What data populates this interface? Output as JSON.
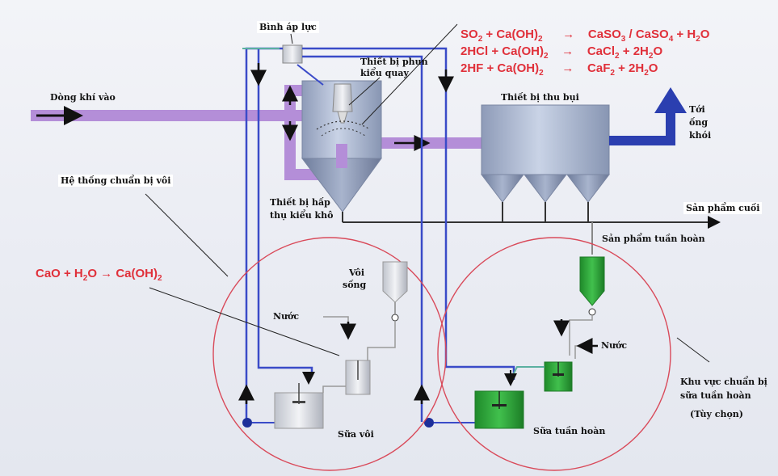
{
  "labels": {
    "binh_ap_luc": "Bình áp lực",
    "thiet_bi_phun_1": "Thiết bị phun",
    "thiet_bi_phun_2": "kiểu quay",
    "dong_khi_vao": "Dòng khí vào",
    "thiet_bi_thu_bui": "Thiết bị thu bụi",
    "toi_ong_khoi_1": "Tới",
    "toi_ong_khoi_2": "ống",
    "toi_ong_khoi_3": "khói",
    "he_thong_chuan_bi_voi": "Hệ thống chuẩn bị vôi",
    "thiet_bi_hap_thu_1": "Thiết bị hấp",
    "thiet_bi_hap_thu_2": "thụ kiểu khô",
    "san_pham_cuoi": "Sản phẩm cuối",
    "san_pham_tuan_hoan": "Sản phẩm tuần hoàn",
    "voi_song_1": "Vôi",
    "voi_song_2": "sống",
    "nuoc_left": "Nước",
    "nuoc_right": "Nước",
    "sua_voi": "Sữa vôi",
    "sua_tuan_hoan": "Sữa tuần hoàn",
    "khu_vuc_1": "Khu vực chuẩn bị",
    "khu_vuc_2": "sữa tuần hoàn",
    "tuy_chon": "(Tùy chọn)"
  },
  "equations": {
    "eq1": {
      "a": "SO",
      "a_sub": "2",
      "b": " + Ca(OH)",
      "b_sub": "2",
      "arrow": "→",
      "c": "CaSO",
      "c_sub": "3",
      "d": " / CaSO",
      "d_sub": "4",
      "e": " + H",
      "e_sub": "2",
      "f": "O"
    },
    "eq2": {
      "a": "2HCl + Ca(OH)",
      "a_sub": "2",
      "arrow": "→",
      "b": "CaCl",
      "b_sub": "2",
      "c": " + 2H",
      "c_sub": "2",
      "d": "O"
    },
    "eq3": {
      "a": "2HF + Ca(OH)",
      "a_sub": "2",
      "arrow": "→",
      "b": "CaF",
      "b_sub": "2",
      "c": " + 2H",
      "c_sub": "2",
      "d": "O"
    },
    "eq_lime": {
      "a": "CaO + H",
      "a_sub": "2",
      "b": "O → Ca(OH)",
      "b_sub": "2"
    }
  },
  "colors": {
    "gas_duct": "#b48ed8",
    "flue_arrow": "#2b3fb0",
    "lime_line": "#3a4bc8",
    "equation_red": "#e0303a",
    "circle_red": "#d94a5a",
    "recycle_green": "#2fa83a",
    "vessel_steel": "#a9b6cf"
  }
}
